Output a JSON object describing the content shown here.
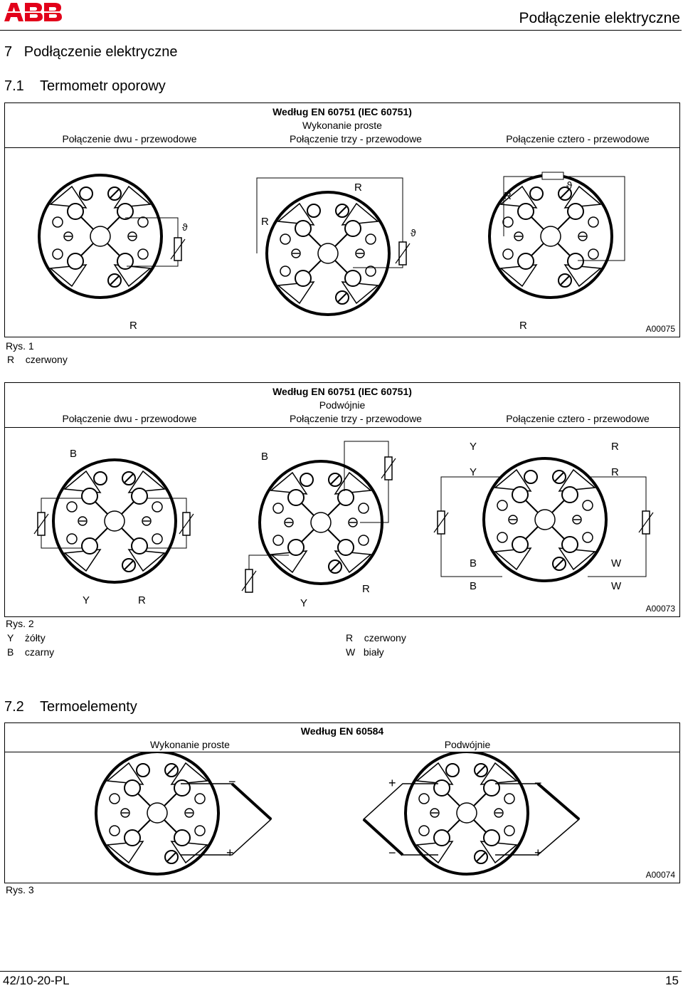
{
  "header": {
    "brand": "ABB",
    "section_title": "Podłączenie elektryczne"
  },
  "section": {
    "number": "7",
    "title": "Podłączenie elektryczne"
  },
  "sub1": {
    "number": "7.1",
    "title": "Termometr oporowy"
  },
  "fig1": {
    "standard": "Według EN 60751 (IEC 60751)",
    "variant": "Wykonanie proste",
    "cols": [
      "Połączenie dwu - przewodowe",
      "Połączenie trzy - przewodowe",
      "Połączenie cztero - przewodowe"
    ],
    "code": "A00075",
    "caption": "Rys. 1",
    "wire": "R",
    "theta": "ϑ",
    "legend": [
      {
        "key": "R",
        "value": "czerwony"
      }
    ]
  },
  "fig2": {
    "standard": "Według EN 60751 (IEC 60751)",
    "variant": "Podwójnie",
    "cols": [
      "Połączenie dwu - przewodowe",
      "Połączenie trzy - przewodowe",
      "Połączenie cztero - przewodowe"
    ],
    "code": "A00073",
    "caption": "Rys. 2",
    "labels": {
      "B": "B",
      "Y": "Y",
      "R": "R",
      "W": "W"
    },
    "legend": [
      {
        "key": "Y",
        "value": "żółty"
      },
      {
        "key": "B",
        "value": "czarny"
      },
      {
        "key": "R",
        "value": "czerwony"
      },
      {
        "key": "W",
        "value": "biały"
      }
    ]
  },
  "sub2": {
    "number": "7.2",
    "title": "Termoelementy"
  },
  "fig3": {
    "standard": "Według EN 60584",
    "cols": [
      "Wykonanie proste",
      "Podwójnie"
    ],
    "code": "A00074",
    "caption": "Rys. 3",
    "plus": "+",
    "minus": "−"
  },
  "footer": {
    "doc": "42/10-20-PL",
    "page": "15"
  }
}
